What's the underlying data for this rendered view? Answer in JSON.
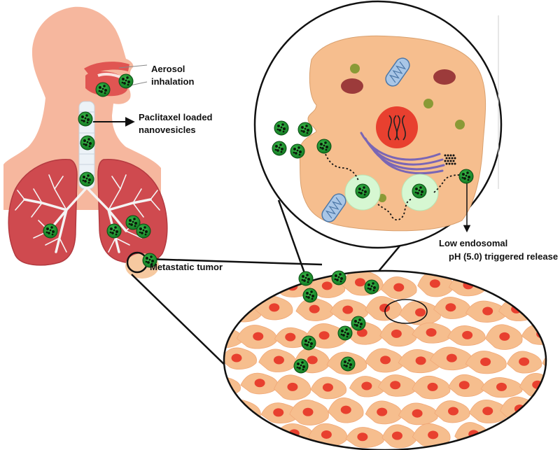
{
  "labels": {
    "aerosol_line1": "Aerosol",
    "aerosol_line2": "inhalation",
    "nanovesicle_line1": "Paclitaxel loaded",
    "nanovesicle_line2": "nanovesicles",
    "tumor": "Metastatic tumor",
    "release_line1": "Low endosomal",
    "release_line2": "pH (5.0) triggered release"
  },
  "colors": {
    "skin": "#f6b79e",
    "airway": "#e05552",
    "lung": "#cf4a4f",
    "cell_body": "#f6be8e",
    "nucleus": "#e8402f",
    "nanoparticle": "#1e9a2e",
    "endosome": "#d6f7d2",
    "golgi": "#7a66b5"
  },
  "icons": {
    "nanoparticle": "nanoparticle-icon",
    "mitochondrion": "mitochondrion-icon",
    "dna": "dna-icon"
  }
}
